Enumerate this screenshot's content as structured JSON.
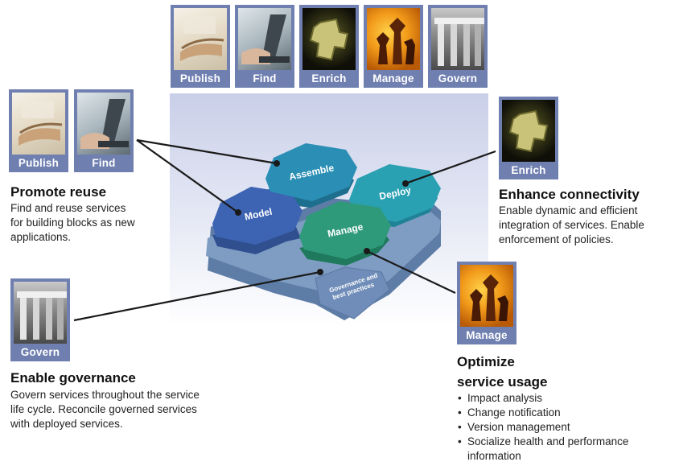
{
  "top_tiles": [
    {
      "label": "Publish",
      "icon": "newspaper-icon"
    },
    {
      "label": "Find",
      "icon": "laptop-typing-icon"
    },
    {
      "label": "Enrich",
      "icon": "puzzle-piece-icon"
    },
    {
      "label": "Manage",
      "icon": "chess-pieces-icon"
    },
    {
      "label": "Govern",
      "icon": "columns-icon"
    }
  ],
  "hexagons": {
    "assemble": "Assemble",
    "deploy": "Deploy",
    "model": "Model",
    "manage": "Manage",
    "governance": "Governance and best practices"
  },
  "promote": {
    "tiles": [
      {
        "label": "Publish"
      },
      {
        "label": "Find"
      }
    ],
    "title": "Promote reuse",
    "lines": [
      "Find and reuse services",
      "for building blocks as new",
      "applications."
    ]
  },
  "connect": {
    "tile": {
      "label": "Enrich"
    },
    "title": "Enhance connectivity",
    "lines": [
      "Enable dynamic and efficient",
      "integration of services. Enable",
      "enforcement of policies."
    ]
  },
  "govern": {
    "tile": {
      "label": "Govern"
    },
    "title": "Enable governance",
    "lines": [
      "Govern services throughout the service",
      "life cycle. Reconcile governed services",
      "with deployed services."
    ]
  },
  "optimize": {
    "tile": {
      "label": "Manage"
    },
    "title_lines": [
      "Optimize",
      "service usage"
    ],
    "bullets": [
      "Impact analysis",
      "Change notification",
      "Version management",
      "Socialize health and performance"
    ],
    "bullet_continuation": "information"
  },
  "colors": {
    "tile_frame": "#6f7fb0",
    "hex_model": "#3d63b3",
    "hex_assemble": "#2b8fb5",
    "hex_deploy": "#2aa0b3",
    "hex_manage": "#2f9a7a",
    "hex_base": "#6e8eb4"
  }
}
